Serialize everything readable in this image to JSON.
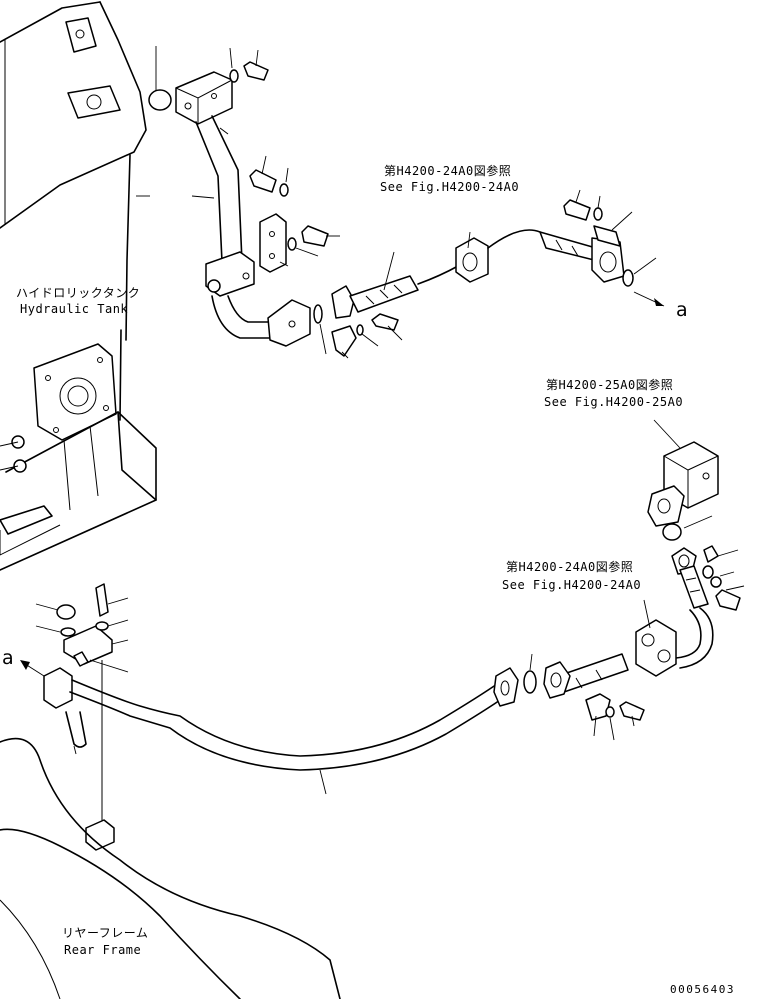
{
  "labels": {
    "hydraulic_tank_jp": "ハイドロリックタンク",
    "hydraulic_tank_en": "Hydraulic Tank",
    "ref1_jp": "第H4200-24A0図参照",
    "ref1_en": "See Fig.H4200-24A0",
    "ref2_jp": "第H4200-25A0図参照",
    "ref2_en": "See Fig.H4200-25A0",
    "ref3_jp": "第H4200-24A0図参照",
    "ref3_en": "See Fig.H4200-24A0",
    "arrow_a_right": "a",
    "arrow_a_left": "a",
    "rear_frame_jp": "リヤーフレーム",
    "rear_frame_en": "Rear Frame",
    "document_number": "00056403"
  }
}
